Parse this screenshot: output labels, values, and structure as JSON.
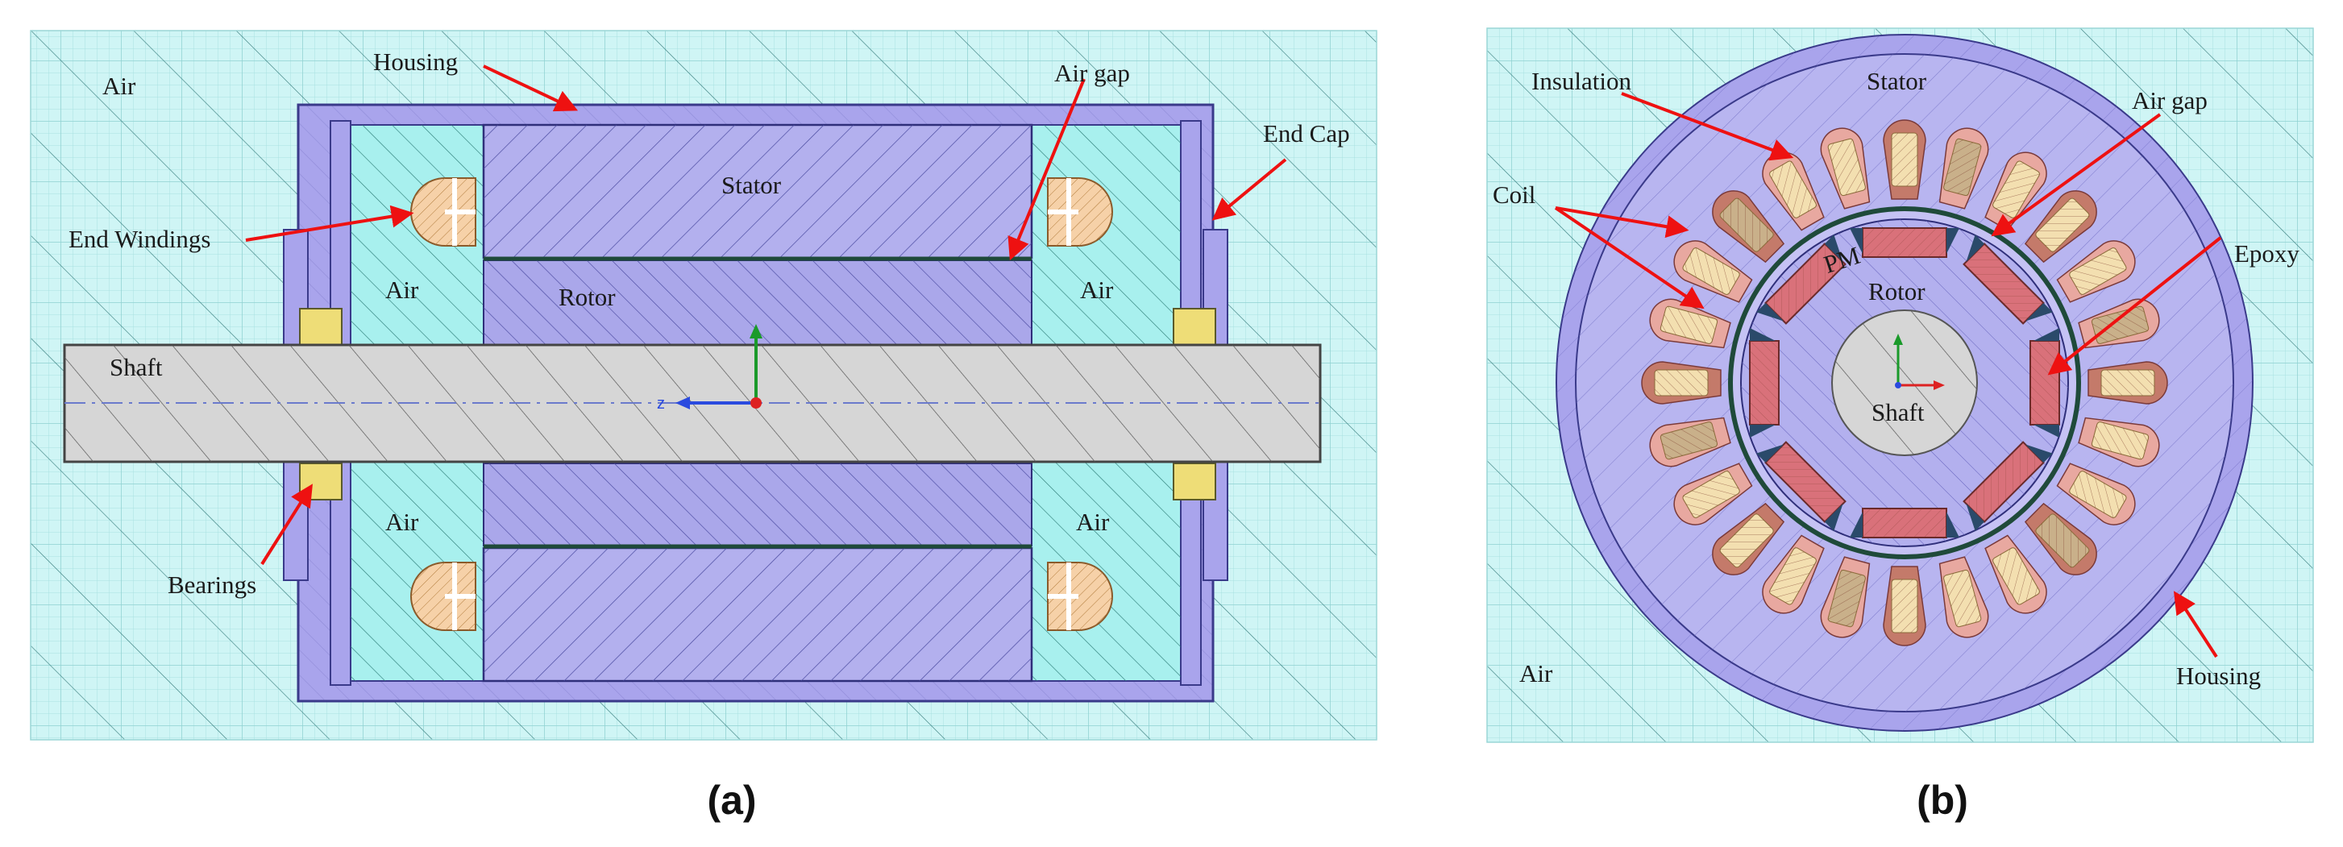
{
  "panel_a": {
    "caption": "(a)",
    "labels": {
      "air_top": "Air",
      "housing": "Housing",
      "air_gap": "Air gap",
      "end_cap": "End Cap",
      "stator": "Stator",
      "end_windings": "End Windings",
      "air_left_upper": "Air",
      "rotor": "Rotor",
      "air_right_upper": "Air",
      "shaft": "Shaft",
      "air_left_lower": "Air",
      "air_right_lower": "Air",
      "bearings": "Bearings"
    },
    "axis_label": "z"
  },
  "panel_b": {
    "caption": "(b)",
    "labels": {
      "insulation": "Insulation",
      "stator": "Stator",
      "air_gap": "Air gap",
      "coil": "Coil",
      "epoxy": "Epoxy",
      "pm": "PM",
      "rotor": "Rotor",
      "shaft": "Shaft",
      "air": "Air",
      "housing": "Housing"
    }
  },
  "colors": {
    "background_air": "#cff5f5",
    "grid": "#9fdcdc",
    "housing": "#a9a4ec",
    "stator": "#b3b0ee",
    "inner_air": "#a8f0ee",
    "shaft": "#d6d6d6",
    "winding": "#f6d1a8",
    "bearing": "#eedd77",
    "coil": "#c47a6a",
    "magnet": "#d9717a",
    "annotation_arrow": "#ee1111"
  }
}
